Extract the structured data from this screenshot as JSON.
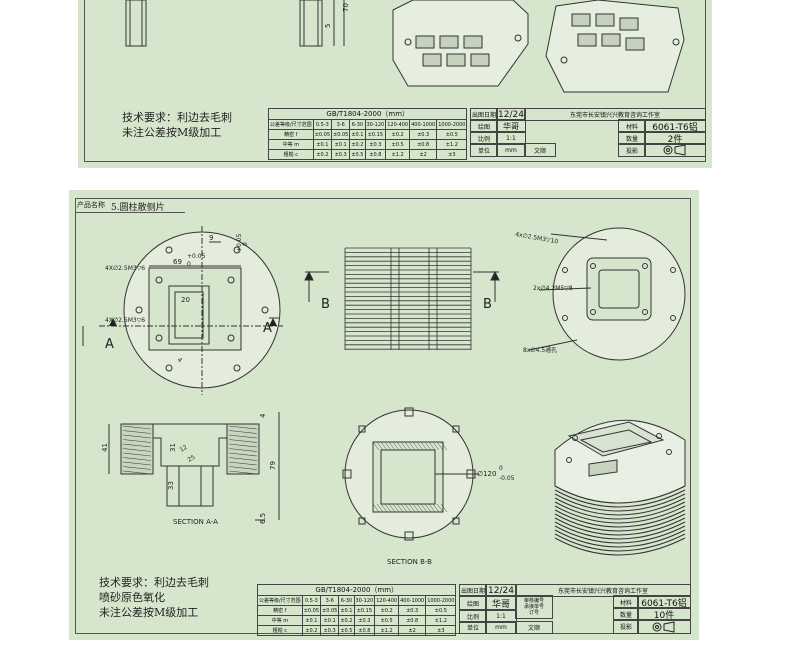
{
  "sheet1": {
    "notes": [
      "技术要求：利边去毛刺",
      "未注公差按M级加工"
    ],
    "dim_5": "5",
    "dim_70": "70",
    "tol_table": {
      "title": "GB/T1804-2000（mm）",
      "header": [
        "公差等级/尺寸范围",
        "0.5-3",
        "3-6",
        "6-30",
        "30-120",
        "120-400",
        "400-1000",
        "1000-2000"
      ],
      "rows": [
        [
          "精密 f",
          "±0.05",
          "±0.05",
          "±0.1",
          "±0.15",
          "±0.2",
          "±0.3",
          "±0.5"
        ],
        [
          "中等 m",
          "±0.1",
          "±0.1",
          "±0.2",
          "±0.3",
          "±0.5",
          "±0.8",
          "±1.2"
        ],
        [
          "粗糙 c",
          "±0.2",
          "±0.3",
          "±0.5",
          "±0.8",
          "±1.2",
          "±2",
          "±3"
        ]
      ]
    },
    "title_block": {
      "date_label": "出图日期",
      "date": "12/24",
      "company": "东莞市长安镇兴兴教育咨询工作室",
      "drawn_label": "绘图",
      "drawn": "华哥",
      "scale_label": "比例",
      "scale": "1:1",
      "unit_label": "单位",
      "unit": "mm",
      "doc_label": "文顺",
      "material_label": "材料",
      "material": "6061-T6铝",
      "qty_label": "数量",
      "qty": "2件",
      "proj_label": "投影"
    }
  },
  "sheet2": {
    "product_label": "产品名称",
    "product_name": "5.圆柱散侧片",
    "dims": {
      "d9": "9",
      "d9_tol": "+0.05",
      "d9_tol2": "0",
      "d69": "69",
      "d69_tol": "+0.05",
      "d69_tol2": "0",
      "d20": "20",
      "d4_x": "4",
      "holes1": "4X∅2.5M3▽6",
      "holes2": "4X∅2.5M3▽6",
      "r_a": "A",
      "r_b": "B",
      "holes3": "4x∅2.5M3▽10",
      "holes4": "2x∅4.2M5▽8",
      "holes5": "8x∅4.5通孔",
      "d41": "41",
      "d31": "31",
      "d33": "33",
      "d79": "79",
      "d4": "4",
      "d6_5": "6.5",
      "d25": "25",
      "d12": "12",
      "phi120": "∅120",
      "phi120_tol1": "0",
      "phi120_tol2": "-0.05",
      "section_aa": "SECTION A-A",
      "section_bb": "SECTION B-B"
    },
    "notes": [
      "技术要求：利边去毛刺",
      "喷砂原色氧化",
      "未注公差按M级加工"
    ],
    "tol_table": {
      "title": "GB/T1804-2000（mm）",
      "header": [
        "公差等级/尺寸范围",
        "0.5-3",
        "3-6",
        "6-30",
        "30-120",
        "120-400",
        "400-1000",
        "1000-2000"
      ],
      "rows": [
        [
          "精密 f",
          "±0.05",
          "±0.05",
          "±0.1",
          "±0.15",
          "±0.2",
          "±0.3",
          "±0.5"
        ],
        [
          "中等 m",
          "±0.1",
          "±0.1",
          "±0.2",
          "±0.3",
          "±0.5",
          "±0.8",
          "±1.2"
        ],
        [
          "粗糙 c",
          "±0.2",
          "±0.3",
          "±0.5",
          "±0.8",
          "±1.2",
          "±2",
          "±3"
        ]
      ]
    },
    "title_block": {
      "date_label": "出图日期",
      "date": "12/24",
      "company": "东莞市长安镇兴兴教育咨询工作室",
      "drawn_label": "绘图",
      "drawn": "华哥",
      "check_label": "审核编号\n承接单号\n订号",
      "scale_label": "比例",
      "scale": "1:1",
      "unit_label": "单位",
      "unit": "mm",
      "doc_label": "文顺",
      "material_label": "材料",
      "material": "6061-T6铝",
      "qty_label": "数量",
      "qty": "10件",
      "proj_label": "投影"
    }
  }
}
